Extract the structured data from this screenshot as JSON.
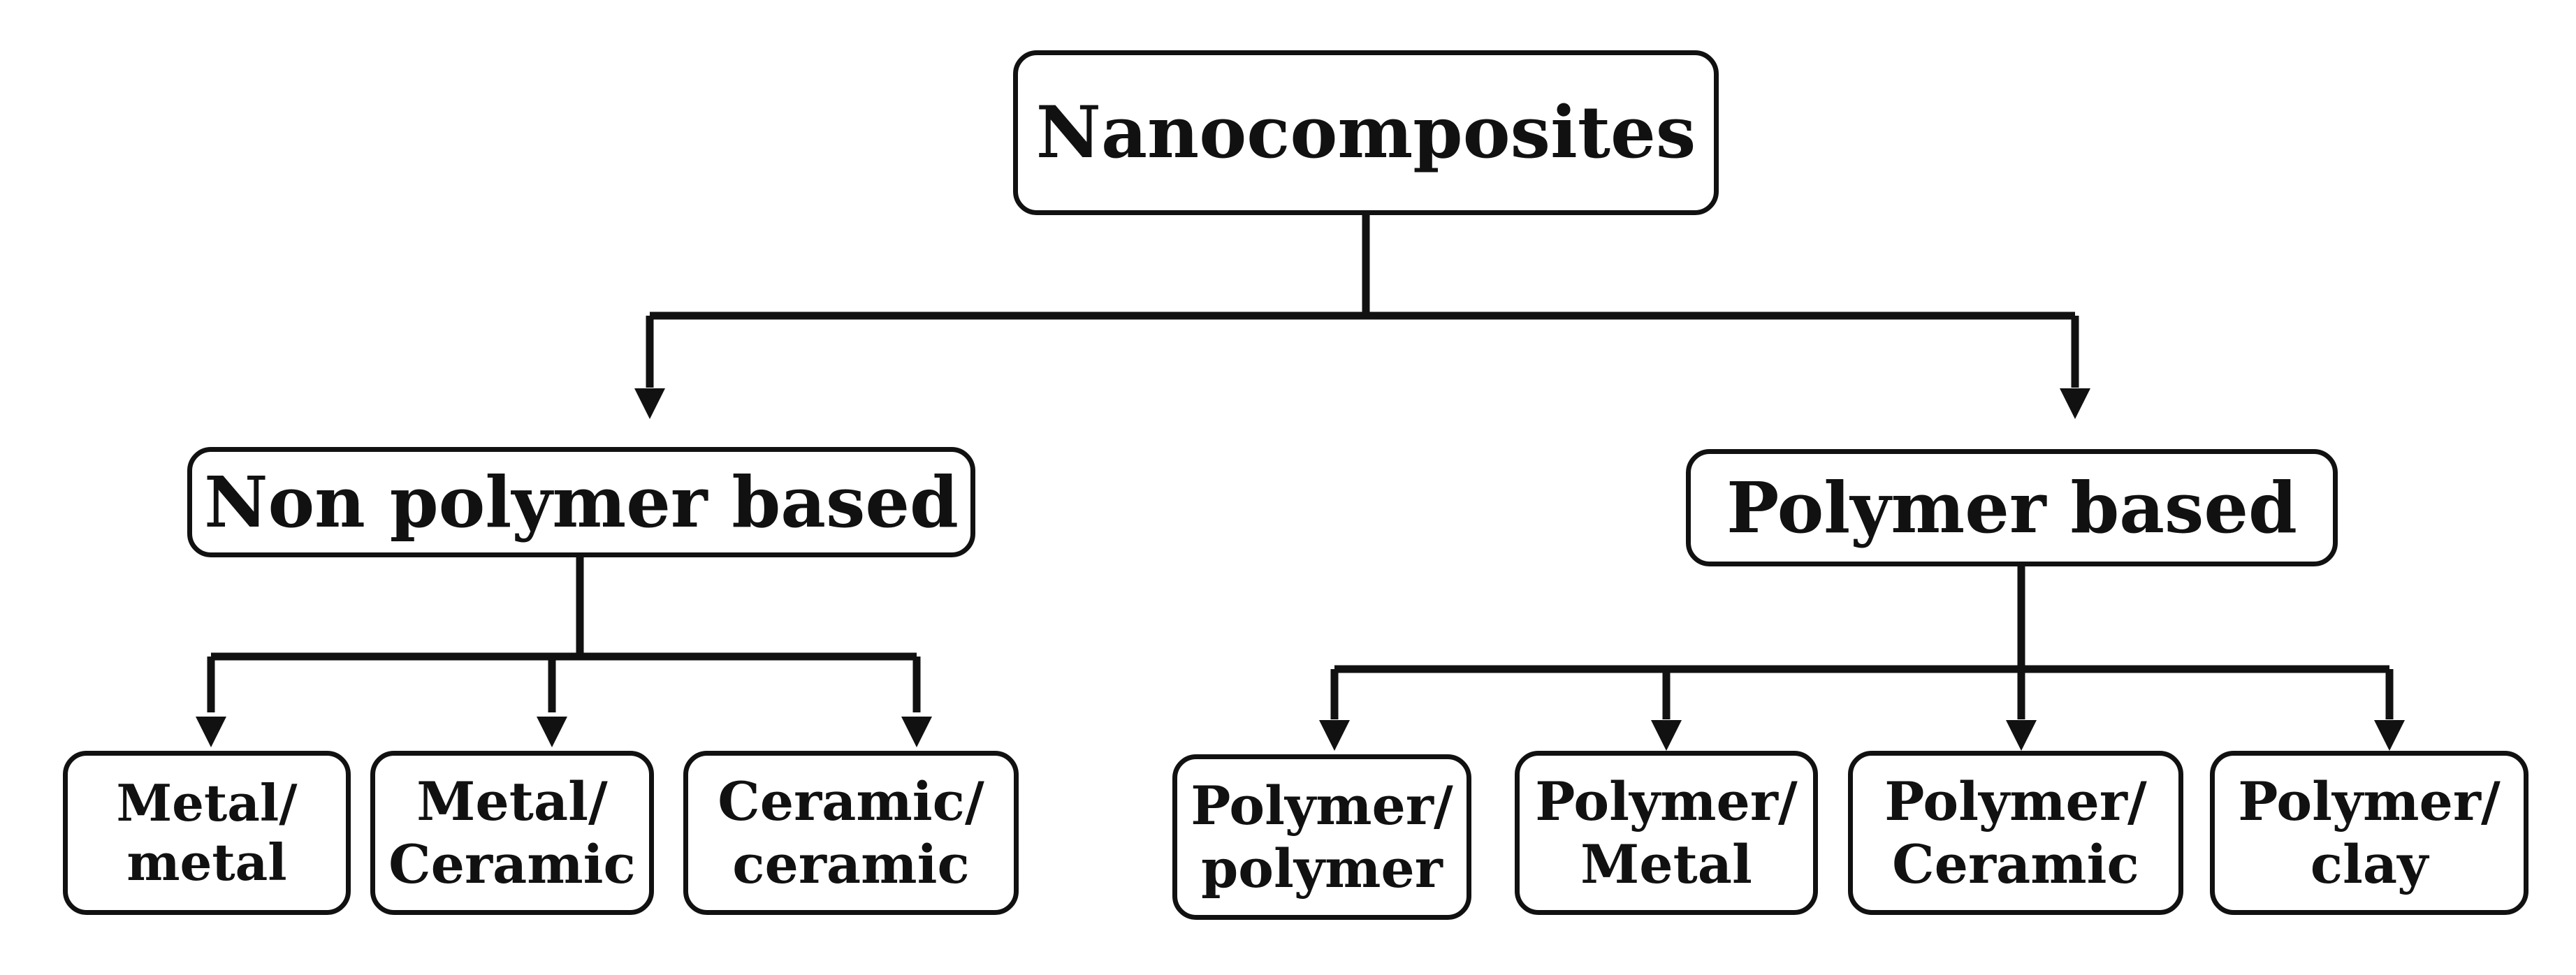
{
  "diagram": {
    "root": {
      "label": "Nanocomposites"
    },
    "branches": [
      {
        "label": "Non polymer based",
        "children": [
          "Metal/\nmetal",
          "Metal/\nCeramic",
          "Ceramic/\nceramic"
        ]
      },
      {
        "label": "Polymer based",
        "children": [
          "Polymer/\npolymer",
          "Polymer/\nMetal",
          "Polymer/\nCeramic",
          "Polymer/\nclay"
        ]
      }
    ]
  },
  "colors": {
    "stroke": "#111111",
    "background": "#ffffff"
  }
}
